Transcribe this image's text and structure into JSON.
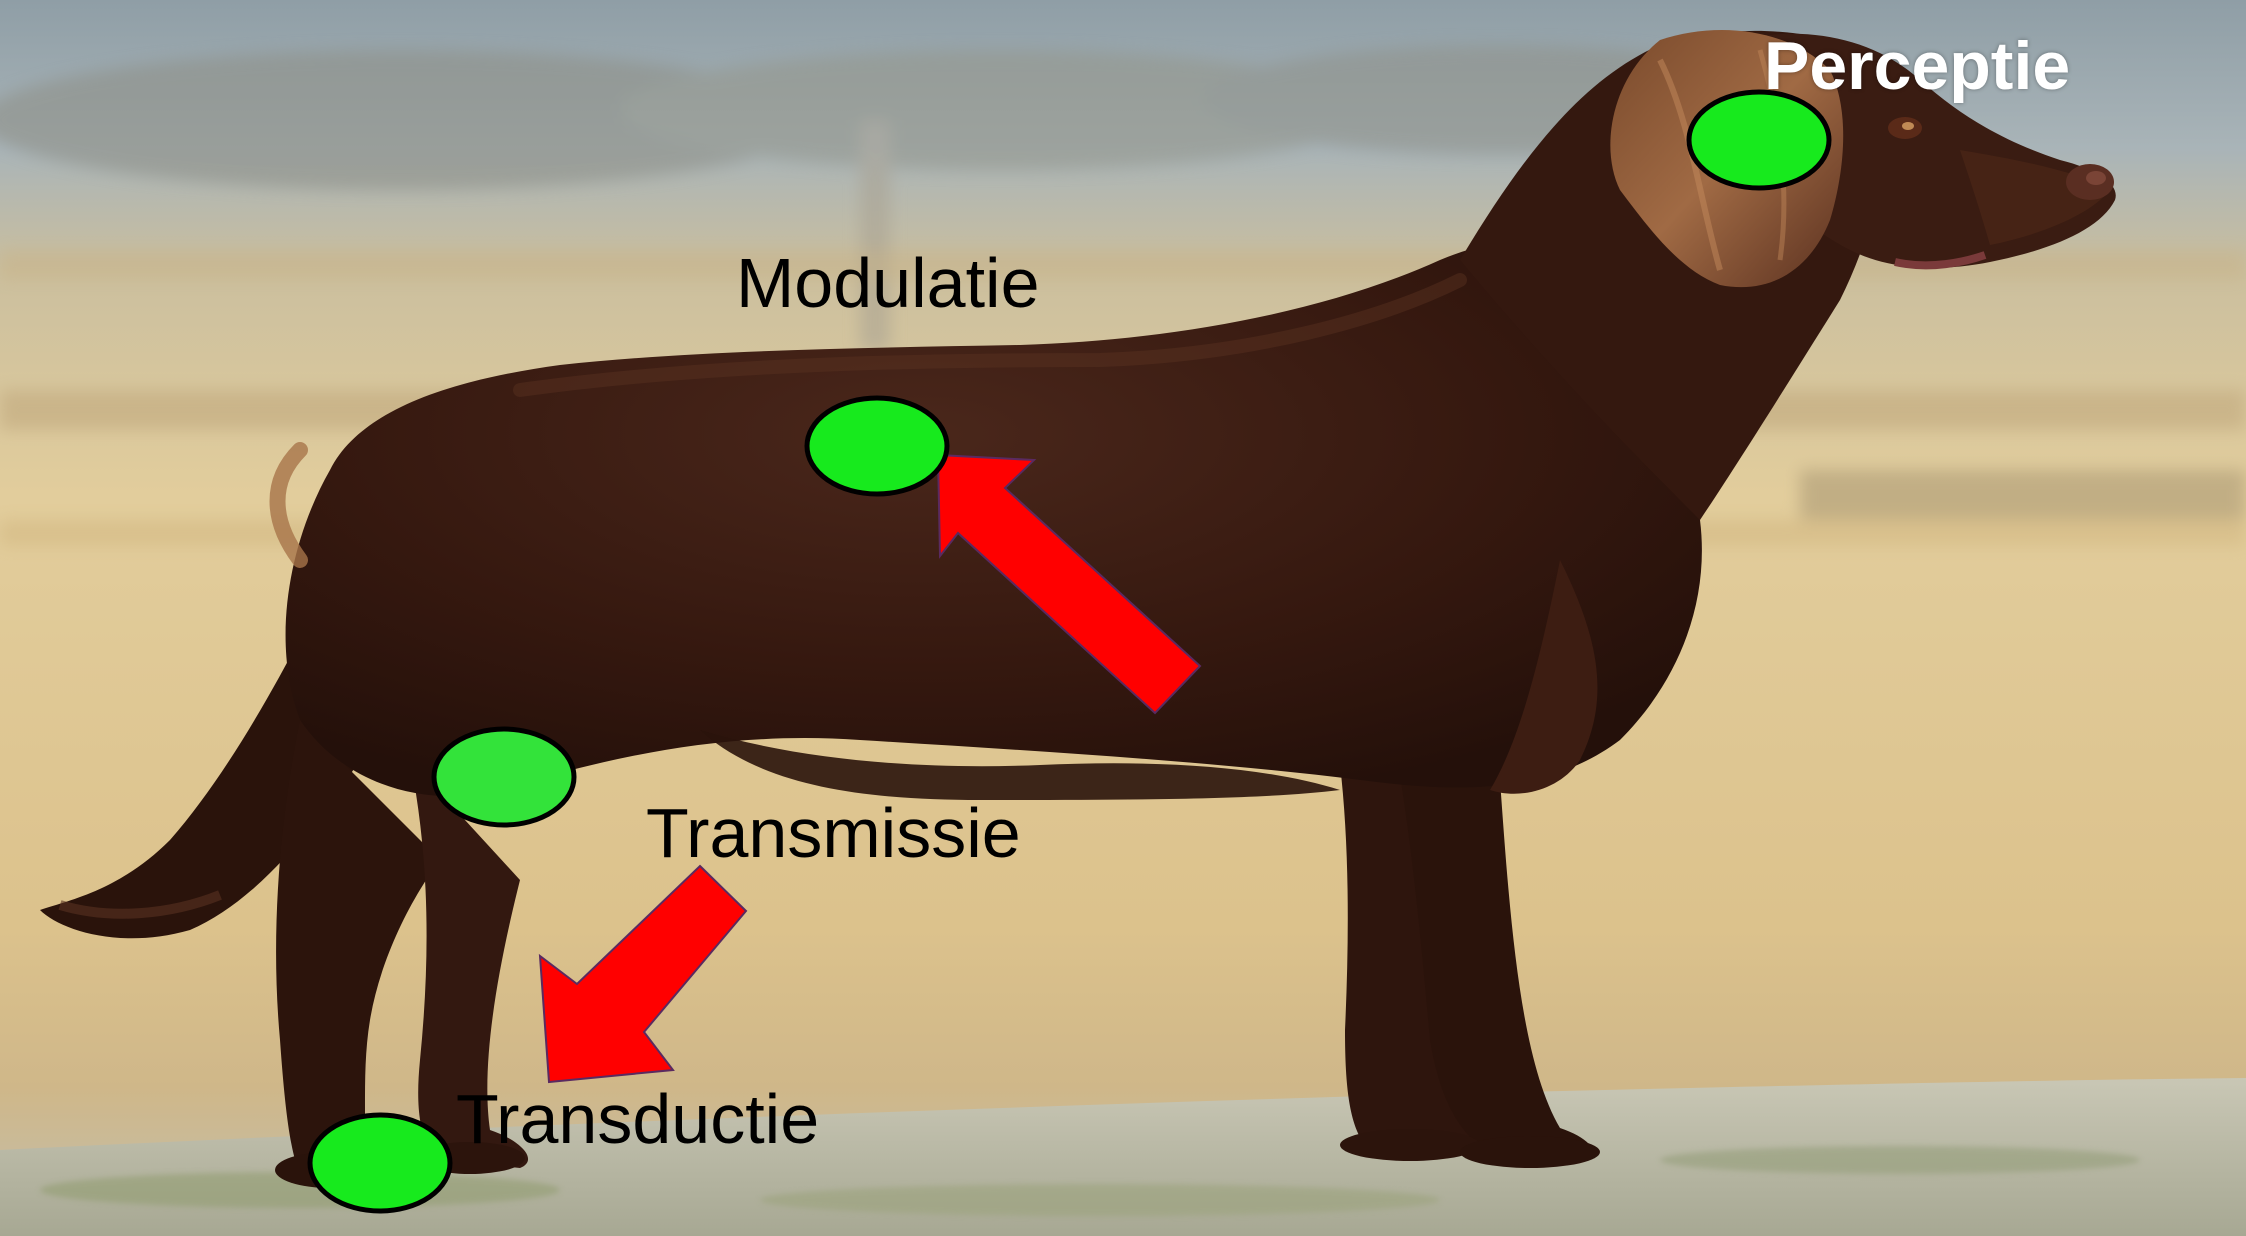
{
  "labels": {
    "perceptie": "Perceptie",
    "modulatie": "Modulatie",
    "transmissie": "Transmissie",
    "transductie": "Transductie"
  },
  "colors": {
    "marker_green": "#17ea1d",
    "marker_green_light": "#33e33a",
    "arrow_red": "#ff0000",
    "dog_brown": "#3a1d14",
    "field_tan": "#d9c08c",
    "sky_grey": "#a9b4b8",
    "ground_grey": "#b9b8a6"
  },
  "scene": {
    "subject": "brown long-haired dog standing in profile on a dry field"
  }
}
